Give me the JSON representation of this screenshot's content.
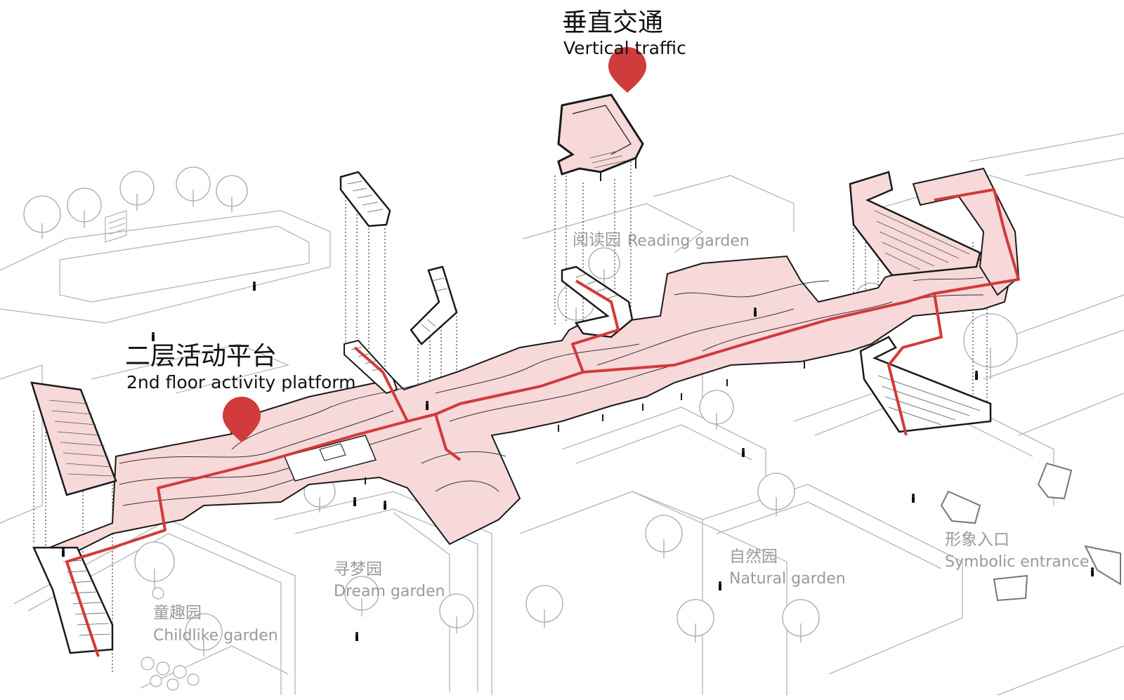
{
  "labels": {
    "vertical_traffic": {
      "zh": "垂直交通",
      "en": "Vertical traffic"
    },
    "platform": {
      "zh": "二层活动平台",
      "en": "2nd floor activity platform"
    },
    "reading_garden": {
      "zh": "阅读园",
      "en": "Reading garden"
    },
    "dream_garden": {
      "zh": "寻梦园",
      "en": "Dream garden"
    },
    "natural_garden": {
      "zh": "自然园",
      "en": "Natural garden"
    },
    "childlike_garden": {
      "zh": "童趣园",
      "en": "Childlike garden"
    },
    "symbolic_entrance": {
      "zh": "形象入口",
      "en": "Symbolic entrance"
    }
  },
  "colors": {
    "path": "#d33a3a",
    "marker": "#d03b3b",
    "platform_fill": "#f7d9d9",
    "line": "#1a1a1a",
    "context": "#b5b5b5"
  },
  "icons": [
    "location-pin-icon",
    "staircase-icon",
    "tree-icon",
    "person-icon"
  ]
}
